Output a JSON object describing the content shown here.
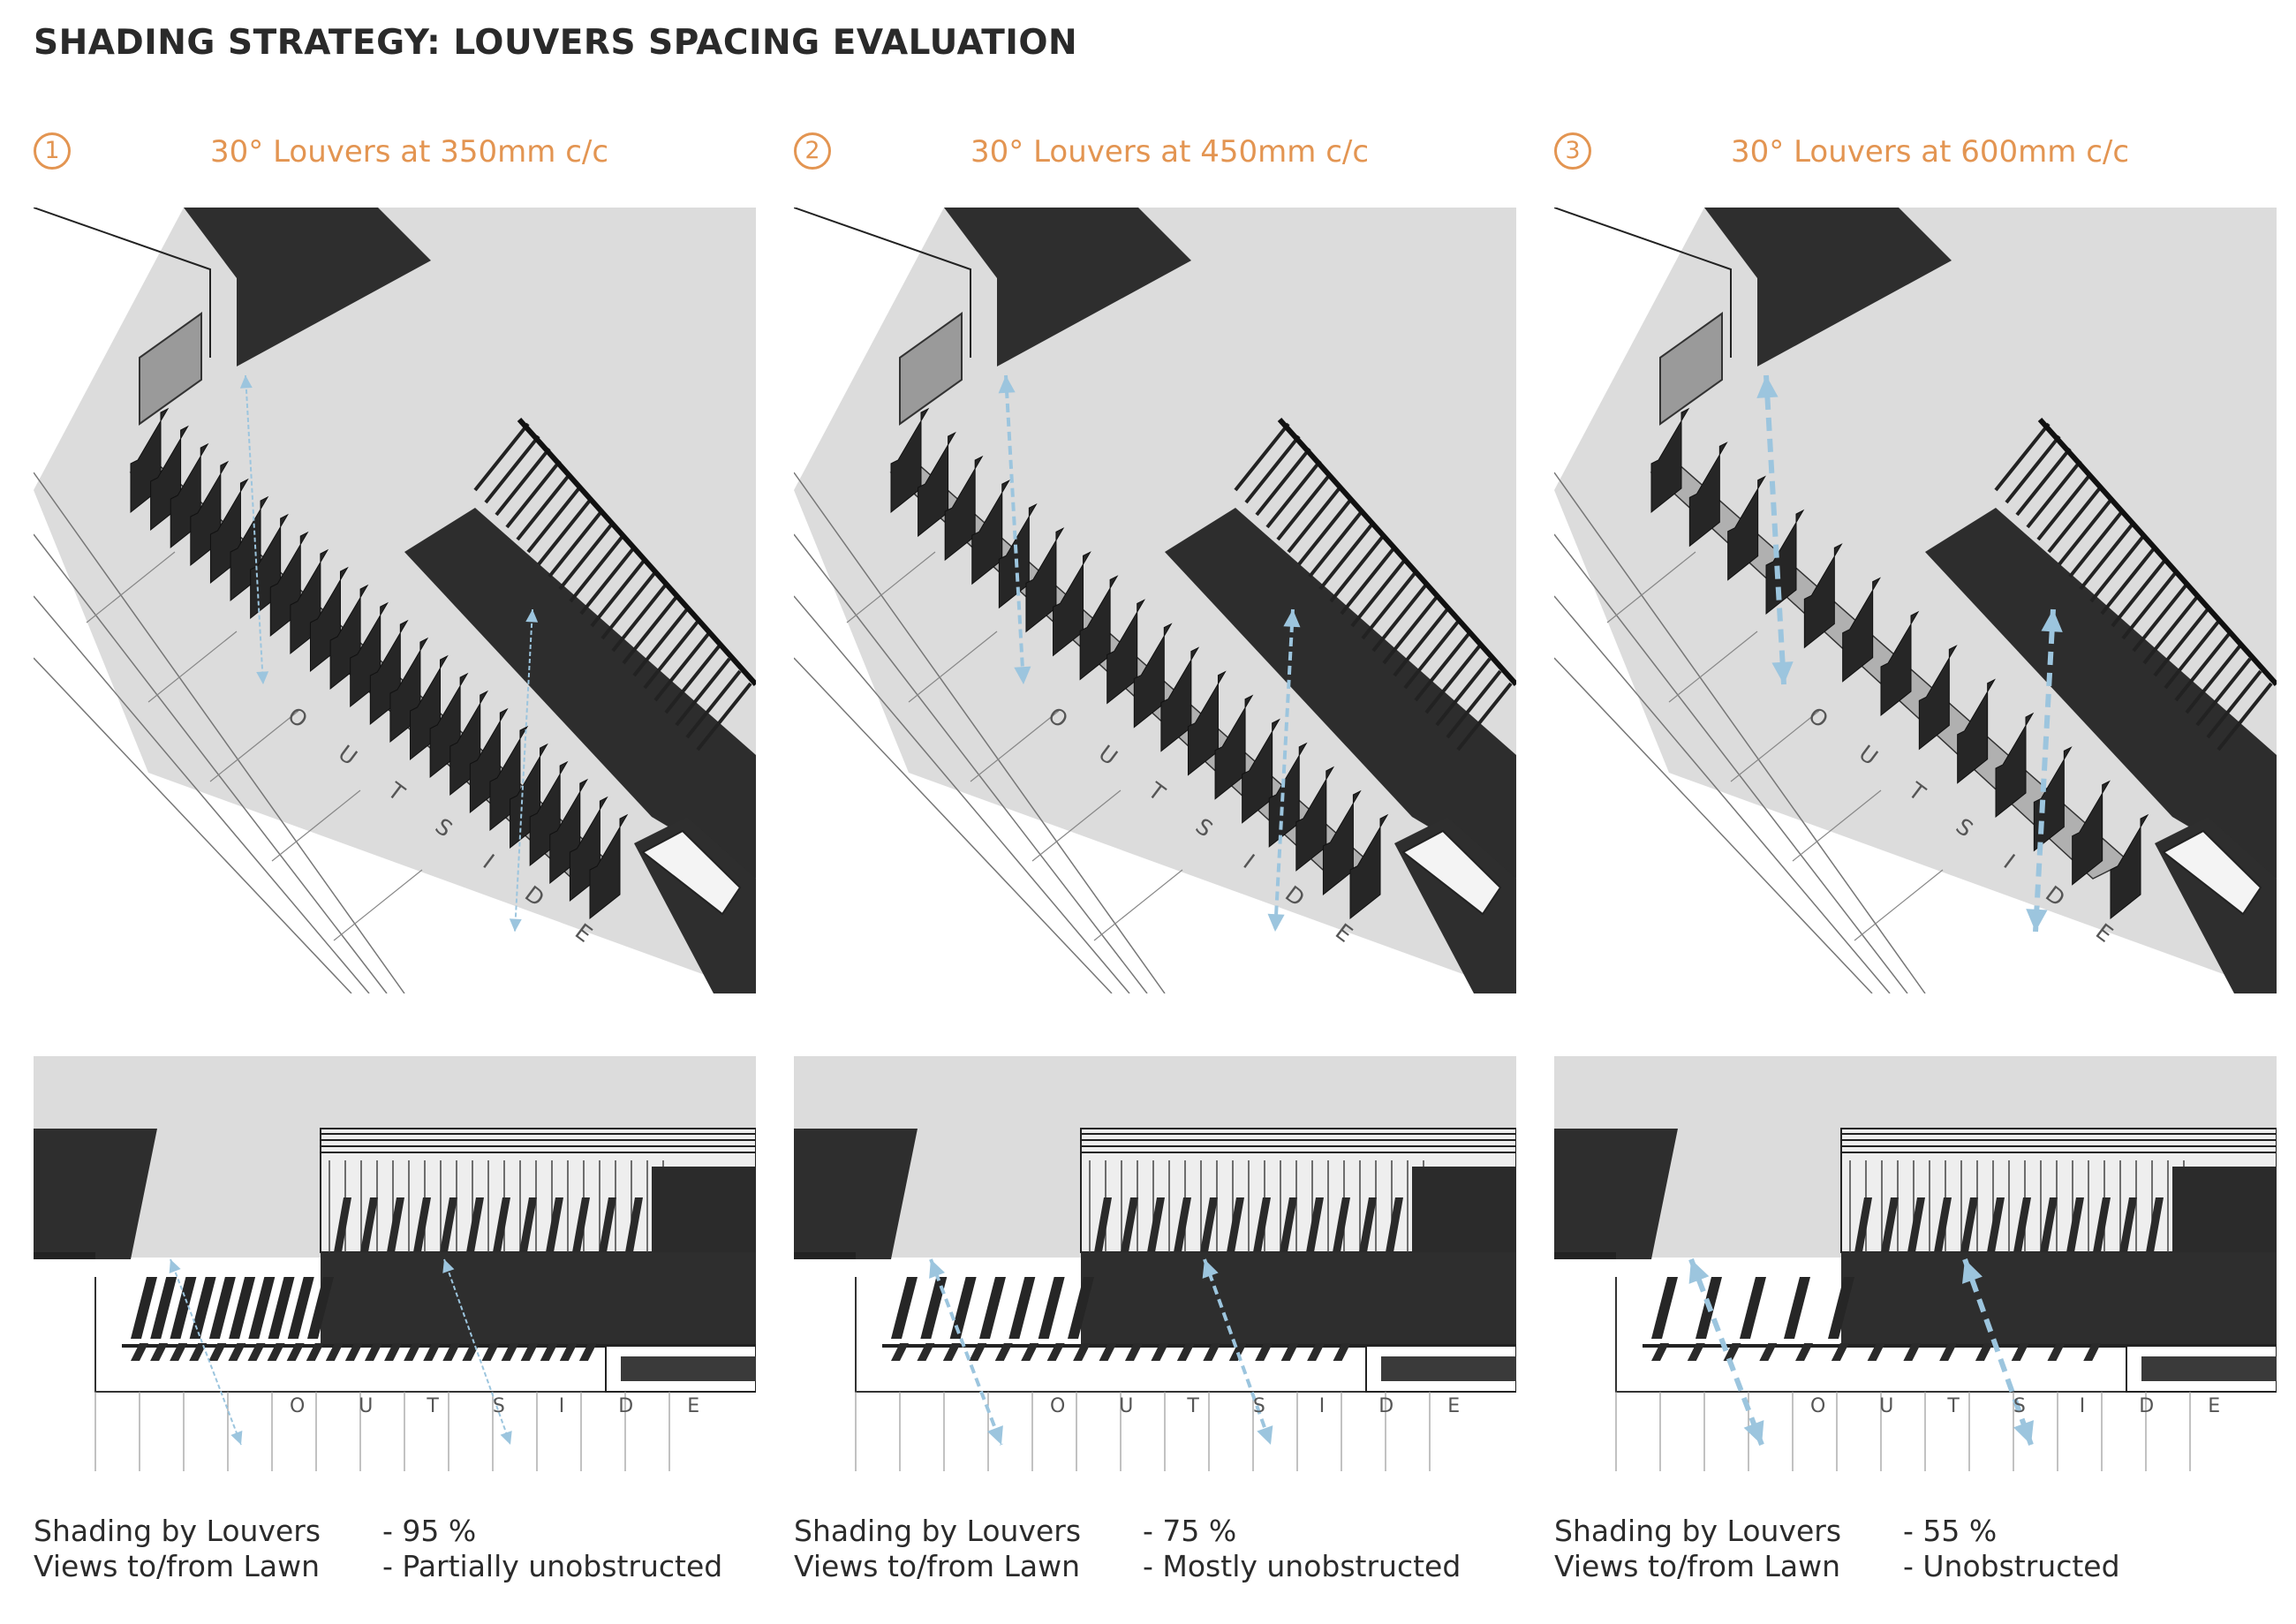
{
  "title": "SHADING STRATEGY: LOUVERS SPACING EVALUATION",
  "outside_label": "O U T S I D E",
  "colors": {
    "accent": "#e39552",
    "arrow": "#9cc5de",
    "dark": "#333333",
    "background": "#dcdcdc"
  },
  "labels": {
    "shading": "Shading by Louvers",
    "views": "Views to/from Lawn"
  },
  "options": [
    {
      "number": "1",
      "heading": "30° Louvers at 350mm c/c",
      "shading": "- 95 %",
      "views": "- Partially unobstructed",
      "louver_count": 24,
      "elev_count": 10
    },
    {
      "number": "2",
      "heading": "30° Louvers at 450mm c/c",
      "shading": "- 75 %",
      "views": "- Mostly unobstructed",
      "louver_count": 18,
      "elev_count": 7
    },
    {
      "number": "3",
      "heading": "30° Louvers at 600mm c/c",
      "shading": "- 55 %",
      "views": "- Unobstructed",
      "louver_count": 13,
      "elev_count": 5
    }
  ]
}
